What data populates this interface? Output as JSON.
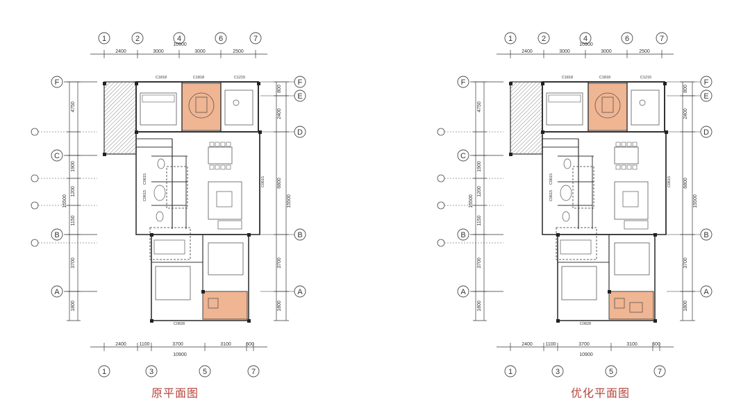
{
  "plans": [
    {
      "caption": "原平面图",
      "top_axes": [
        "1",
        "2",
        "4",
        "6",
        "7"
      ],
      "top_dims": [
        "2400",
        "3000",
        "3000",
        "2500"
      ],
      "top_total": "10900",
      "bottom_axes": [
        "1",
        "3",
        "5",
        "7"
      ],
      "bottom_dims": [
        "2400",
        "1100",
        "3700",
        "3100",
        "600"
      ],
      "bottom_total": "10900",
      "left_axes": [
        "F",
        "C",
        "B",
        "A"
      ],
      "right_axes": [
        "F",
        "E",
        "D",
        "B",
        "A"
      ],
      "left_dims": [
        "4750",
        "1900",
        "1200",
        "1150",
        "3700",
        "1800"
      ],
      "left_total": "15500",
      "right_dims": [
        "800",
        "2400",
        "6800",
        "3700",
        "1800"
      ],
      "right_total": "15500",
      "window_labels": [
        "C1818",
        "C1818",
        "C1215",
        "C0828",
        "C0615",
        "C0615",
        "C0615"
      ]
    },
    {
      "caption": "优化平面图",
      "top_axes": [
        "1",
        "2",
        "4",
        "6",
        "7"
      ],
      "top_dims": [
        "2400",
        "3000",
        "3000",
        "2500"
      ],
      "top_total": "10900",
      "bottom_axes": [
        "1",
        "3",
        "5",
        "7"
      ],
      "bottom_dims": [
        "2400",
        "1100",
        "3700",
        "3100",
        "600"
      ],
      "bottom_total": "10900",
      "left_axes": [
        "F",
        "C",
        "B",
        "A"
      ],
      "right_axes": [
        "F",
        "E",
        "D",
        "B",
        "A"
      ],
      "left_dims": [
        "4750",
        "1900",
        "1200",
        "1150",
        "3700",
        "1800"
      ],
      "left_total": "15500",
      "right_dims": [
        "800",
        "2400",
        "6800",
        "3700",
        "1800"
      ],
      "right_total": "15500",
      "window_labels": [
        "C1818",
        "C1818",
        "C1215",
        "C0828",
        "C0615",
        "C0615",
        "C0615"
      ]
    }
  ],
  "colors": {
    "highlight": "#f0b592",
    "line": "#333333",
    "caption": "#b5453c"
  }
}
